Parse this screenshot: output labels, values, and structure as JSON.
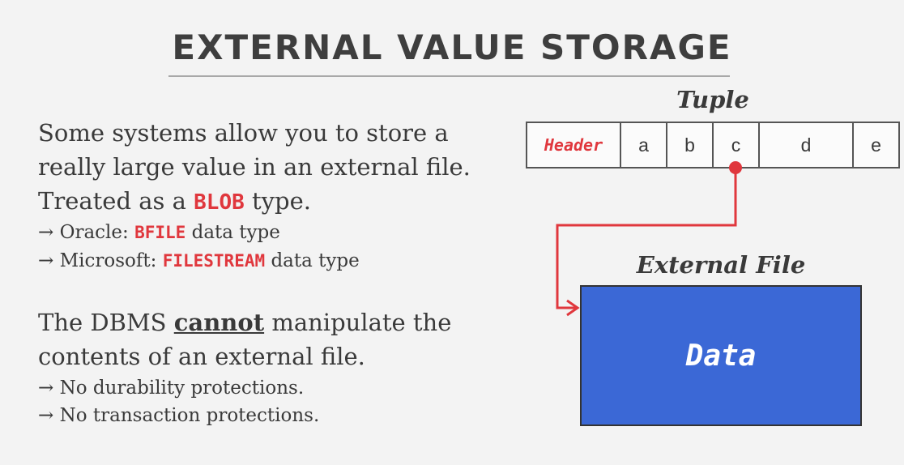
{
  "title": "EXTERNAL VALUE STORAGE",
  "body": {
    "para1": {
      "line1": "Some systems allow you to store a",
      "line2": "really large value in an external file.",
      "line3_prefix": "Treated as a ",
      "line3_code": "BLOB",
      "line3_suffix": " type."
    },
    "bullets1": [
      {
        "arrow": "→",
        "prefix": "Oracle: ",
        "code": "BFILE",
        "suffix": " data type"
      },
      {
        "arrow": "→",
        "prefix": "Microsoft: ",
        "code": "FILESTREAM",
        "suffix": " data type"
      }
    ],
    "para2": {
      "prefix": "The DBMS ",
      "emphasis": "cannot",
      "suffix": " manipulate the",
      "line2": "contents of an external file."
    },
    "bullets2": [
      {
        "arrow": "→",
        "text": "No durability protections."
      },
      {
        "arrow": "→",
        "text": "No transaction protections."
      }
    ]
  },
  "diagram": {
    "tuple_label": "Tuple",
    "tuple_cells": [
      "Header",
      "a",
      "b",
      "c",
      "d",
      "e"
    ],
    "external_label": "External File",
    "external_content": "Data",
    "colors": {
      "accent": "#e0373d",
      "data_box": "#3b68d6"
    }
  }
}
